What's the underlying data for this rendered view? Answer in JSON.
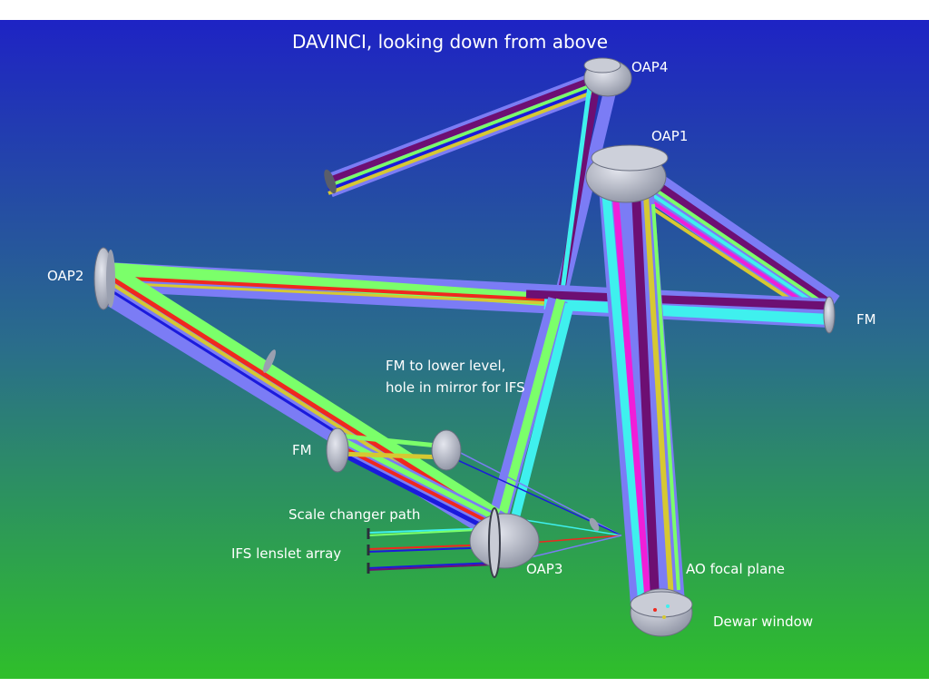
{
  "title": "DAVINCI, looking down from above",
  "labels": {
    "oap4": "OAP4",
    "oap1": "OAP1",
    "oap2": "OAP2",
    "fm_right": "FM",
    "fm_lower_line1": "FM to lower level,",
    "fm_lower_line2": "hole in mirror for IFS",
    "fm_left": "FM",
    "scale_changer": "Scale changer path",
    "ifs_lenslet": "IFS lenslet array",
    "oap3": "OAP3",
    "ao_focal_plane": "AO focal plane",
    "dewar_window": "Dewar window"
  },
  "colors": {
    "background_top": "#1e23c4",
    "background_bottom": "#2fbf2a",
    "beam_periwinkle": "#7b7cf5",
    "beam_purple": "#6d0f73",
    "beam_green": "#7bff6a",
    "beam_cyan": "#3ff0ee",
    "beam_magenta": "#f01ed8",
    "beam_yellow": "#d6c832",
    "beam_red": "#f0281e",
    "beam_blue": "#1a1adc",
    "mirror_gray": "#b8bcc8"
  }
}
